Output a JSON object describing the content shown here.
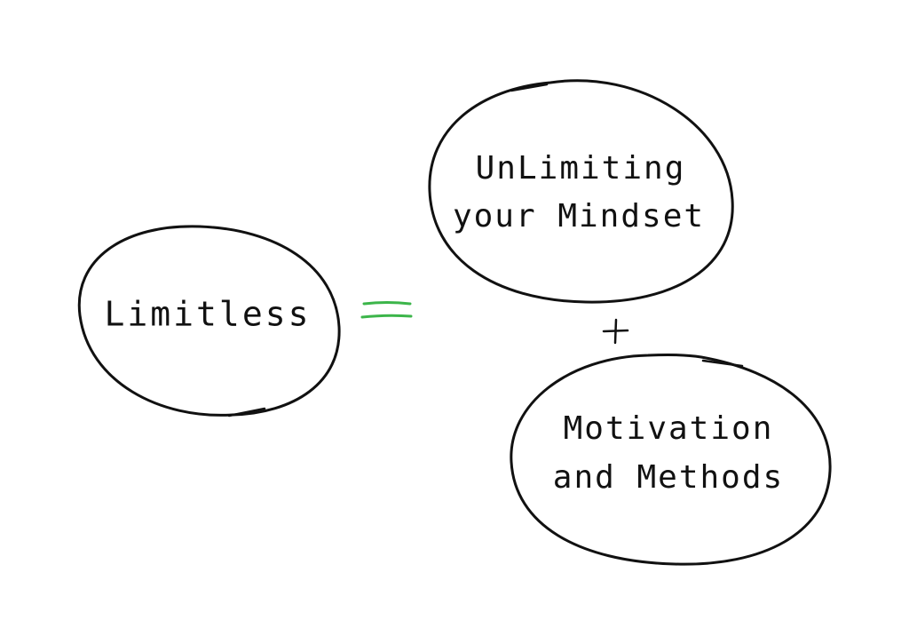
{
  "diagram": {
    "nodes": {
      "limitless": {
        "label": "Limitless"
      },
      "mindset": {
        "line1": "UnLimiting",
        "line2": "your Mindset"
      },
      "motivation": {
        "line1": "Motivation",
        "line2": "and Methods"
      }
    },
    "operators": {
      "equals": "=",
      "plus": "+"
    }
  },
  "colors": {
    "ink": "#111111",
    "equals": "#3cb54a",
    "background": "#ffffff"
  }
}
